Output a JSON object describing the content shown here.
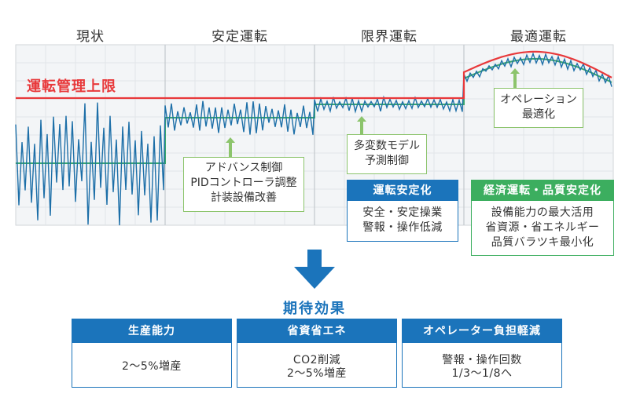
{
  "phases": [
    "現状",
    "安定運転",
    "限界運転",
    "最適運転"
  ],
  "limit_label": "運転管理上限",
  "callouts": {
    "advanced": [
      "アドバンス制御",
      "PIDコントローラ調整",
      "計装設備改善"
    ],
    "mpc": [
      "多変数モデル",
      "予測制御"
    ],
    "operation": [
      "オペレーション",
      "最適化"
    ]
  },
  "stable_box": {
    "title": "運転安定化",
    "lines": [
      "安全・安定操業",
      "警報・操作低減"
    ]
  },
  "economic_box": {
    "title": "経済運転・品質安定化",
    "lines": [
      "設備能力の最大活用",
      "省資源・省エネルギー",
      "品質バラツキ最小化"
    ]
  },
  "effects_title": "期待効果",
  "effects": [
    {
      "title": "生産能力",
      "lines": [
        "2～5%増産"
      ]
    },
    {
      "title": "省資省エネ",
      "lines": [
        "CO2削減",
        "2～5%増産"
      ]
    },
    {
      "title": "オペレーター負担軽減",
      "lines": [
        "警報・操作回数",
        "1/3～1/8へ"
      ]
    }
  ],
  "colors": {
    "limit": "#e8393b",
    "signal": "#1d6fa8",
    "setpoint": "#3aa76d",
    "accent_blue": "#1b74bb",
    "accent_green": "#3cae5f"
  }
}
